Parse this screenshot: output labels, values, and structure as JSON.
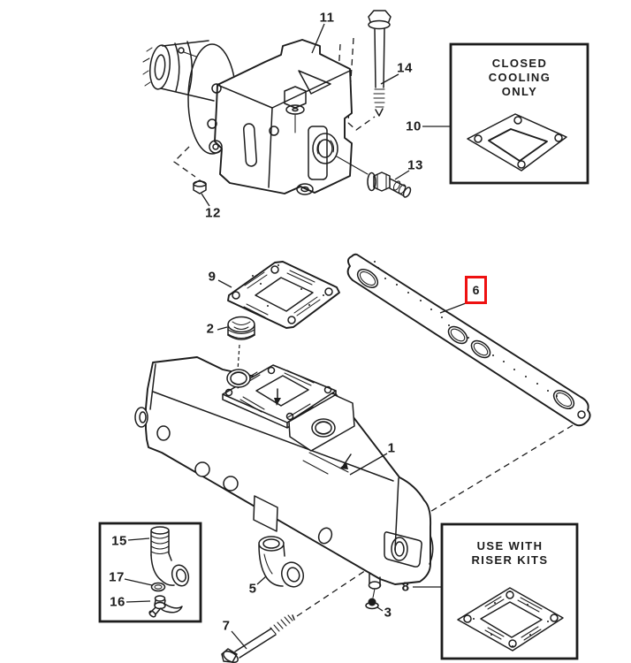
{
  "diagram": {
    "colors": {
      "line": "#1c1c1c",
      "highlight": "#ee1111",
      "background": "#ffffff"
    },
    "callouts": {
      "p1": "1",
      "p2": "2",
      "p3": "3",
      "p5": "5",
      "p6": "6",
      "p7": "7",
      "p8": "8",
      "p9": "9",
      "p10": "10",
      "p11": "11",
      "p12": "12",
      "p13": "13",
      "p14": "14",
      "p15": "15",
      "p16": "16",
      "p17": "17"
    },
    "highlighted_callout": "6",
    "insets": {
      "closed_cooling": {
        "text": "CLOSED\nCOOLING\nONLY"
      },
      "riser_kits": {
        "text": "USE WITH\nRISER KITS"
      }
    }
  }
}
